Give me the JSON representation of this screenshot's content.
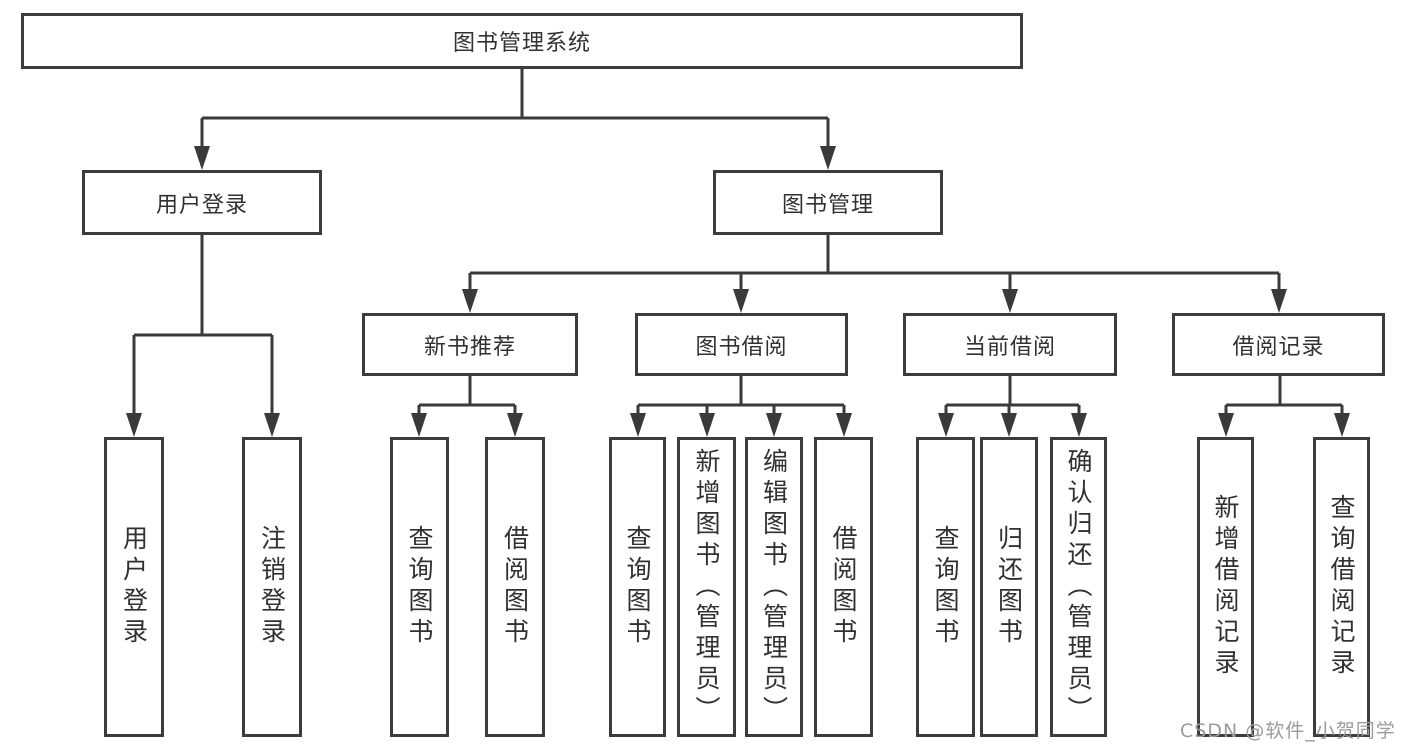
{
  "diagram_title": "图书管理系统",
  "tree": {
    "label": "图书管理系统",
    "children": [
      {
        "label": "用户登录",
        "children": [
          {
            "label": "用户登录"
          },
          {
            "label": "注销登录"
          }
        ]
      },
      {
        "label": "图书管理",
        "children": [
          {
            "label": "新书推荐",
            "children": [
              {
                "label": "查询图书"
              },
              {
                "label": "借阅图书"
              }
            ]
          },
          {
            "label": "图书借阅",
            "children": [
              {
                "label": "查询图书"
              },
              {
                "label": "新增图书（管理员）"
              },
              {
                "label": "编辑图书（管理员）"
              },
              {
                "label": "借阅图书"
              }
            ]
          },
          {
            "label": "当前借阅",
            "children": [
              {
                "label": "查询图书"
              },
              {
                "label": "归还图书"
              },
              {
                "label": "确认归还（管理员）"
              }
            ]
          },
          {
            "label": "借阅记录",
            "children": [
              {
                "label": "新增借阅记录"
              },
              {
                "label": "查询借阅记录"
              }
            ]
          }
        ]
      }
    ]
  },
  "watermark": {
    "text": "CSDN @软件_小贺同学"
  },
  "colors": {
    "line": "#3a3a3a",
    "box_border": "#3c3c3c",
    "text": "#313131",
    "watermark": "#9b9b9b",
    "background": "#ffffff"
  }
}
